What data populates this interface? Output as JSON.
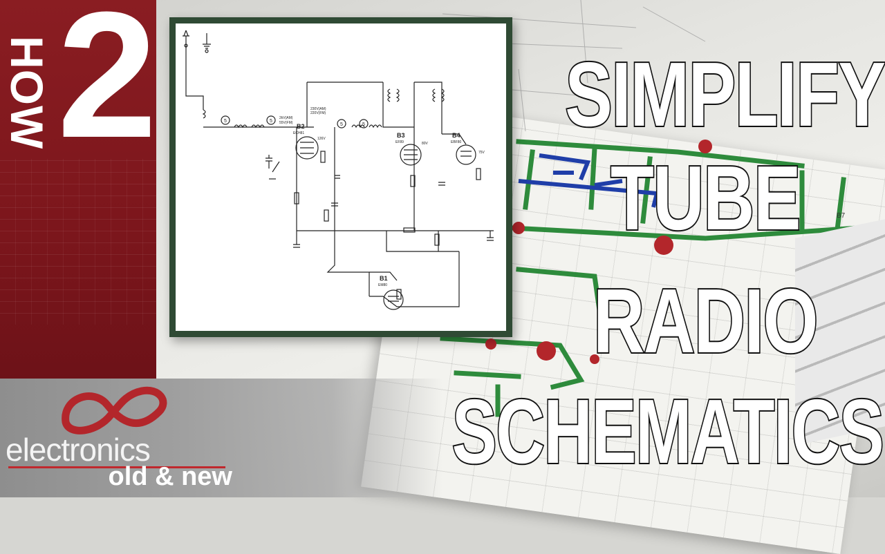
{
  "branding": {
    "how": "HOW",
    "two": "2",
    "logo_line1": "electronics",
    "logo_line2": "old & new",
    "logo_icon": "infinity-wave-icon"
  },
  "title": {
    "line1": "SIMPLIFY",
    "line2": "TUBE",
    "line3": "RADIO",
    "line4": "SCHEMATICS"
  },
  "schematic": {
    "tube_labels": [
      "B2",
      "B3",
      "B4",
      "B1"
    ],
    "tube_types": [
      "ECH81",
      "EF89",
      "EBF80",
      "EM80"
    ],
    "circled_points": [
      "5",
      "5",
      "5",
      "5"
    ],
    "annotations": [
      "2kV(AM)",
      "55V(FM)",
      "230V(AM)",
      "220V(FM)",
      "80V",
      "75V",
      "126V"
    ]
  },
  "colors": {
    "brand_red": "#7c161c",
    "card_border": "#2f4a34",
    "title_fill": "#ffffff",
    "title_stroke": "#111111",
    "accent_blue": "#1f3ea8",
    "accent_green": "#2e8b3c"
  }
}
